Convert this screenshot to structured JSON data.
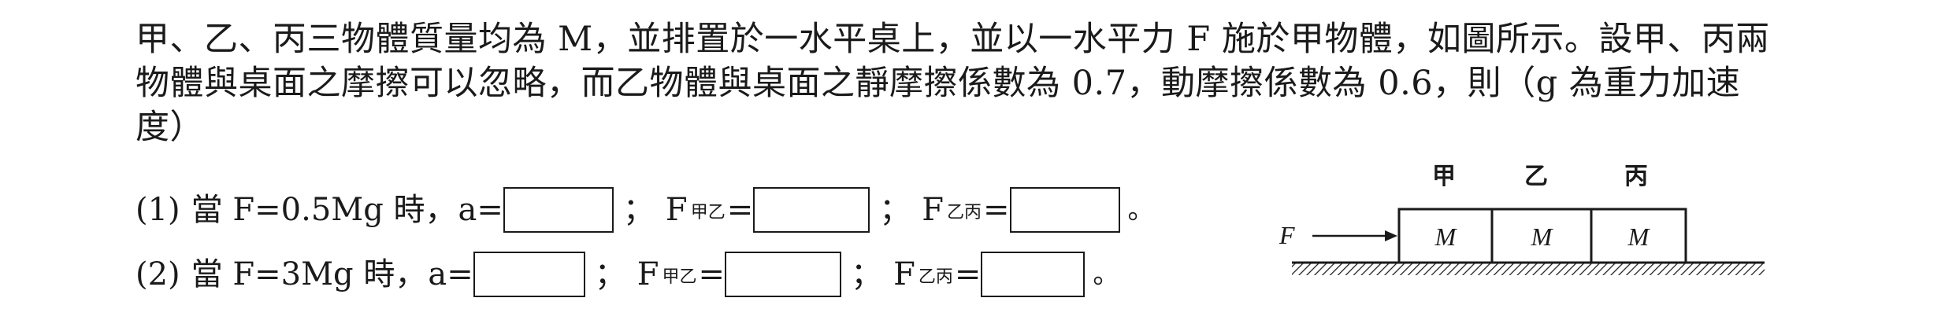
{
  "problem": {
    "statement": "甲、乙、丙三物體質量均為 M，並排置於一水平桌上，並以一水平力 F 施於甲物體，如圖所示。設甲、丙兩物體與桌面之摩擦可以忽略，而乙物體與桌面之靜摩擦係數為 0.7，動摩擦係數為 0.6，則（g 為重力加速度）"
  },
  "questions": [
    {
      "number": "(1)",
      "condition": "當 F=0.5Mg 時，",
      "accel_label": "a=",
      "force_symbol": "F",
      "force1_sub": "甲乙",
      "force2_sub": "乙丙",
      "equals": "=",
      "separator": "；",
      "end": "。"
    },
    {
      "number": "(2)",
      "condition": "當 F=3Mg 時，",
      "accel_label": "a=",
      "force_symbol": "F",
      "force1_sub": "甲乙",
      "force2_sub": "乙丙",
      "equals": "=",
      "separator": "；",
      "end": "。"
    }
  ],
  "figure": {
    "block_labels": [
      "甲",
      "乙",
      "丙"
    ],
    "block_mass": "M",
    "force_label": "F"
  }
}
